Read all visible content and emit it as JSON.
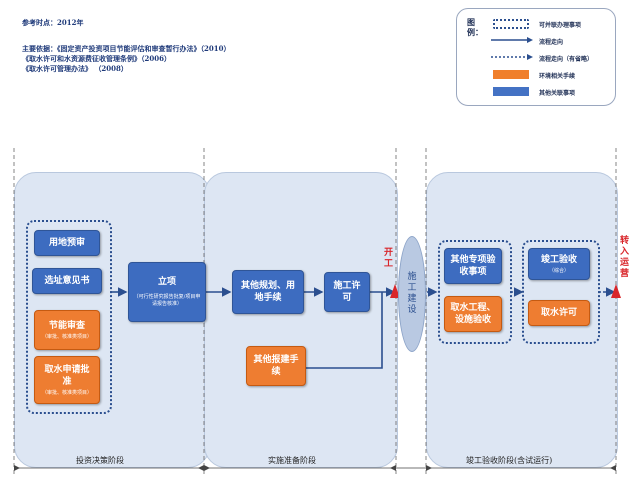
{
  "meta": {
    "time_point": "参考时点：2012年",
    "basis_1": "主要依据：《固定资产投资项目节能评估和审查暂行办法》（2010）",
    "basis_2": "《取水许可和水资源费征收管理条例》（2006）",
    "basis_3": "《取水许可管理办法》 （2008）"
  },
  "legend": {
    "title": "图例：",
    "items": [
      {
        "label": "可并联办理事项"
      },
      {
        "label": "流程走向"
      },
      {
        "label": "流程走向（有省略）"
      },
      {
        "label": "环境相关手续"
      },
      {
        "label": "其他关联事项"
      }
    ]
  },
  "phases": [
    {
      "label": "投资决策阶段"
    },
    {
      "label": "实施准备阶段"
    },
    {
      "label": "竣工验收阶段(含试运行)"
    }
  ],
  "nodes": {
    "land_preapproval": "用地预审",
    "site_opinion": "选址意见书",
    "energy_review": "节能审查",
    "energy_review_sub": "（审批、核准类项目）",
    "water_permit_review": "取水申请批准",
    "water_permit_review_sub": "（审批、核准类项目）",
    "project_approval": "立项",
    "project_approval_sub": "（可行性研究报告批复/项目申请报告核准）",
    "other_planning": "其他规划、用地手续",
    "construction_permit": "施工许可",
    "other_construction": "其他报建手续",
    "construction": "施工建设",
    "other_acceptance": "其他专项验收事项",
    "water_acceptance": "取水工程、设施验收",
    "completion_acceptance": "竣工验收",
    "completion_acceptance_sub": "（综合）",
    "water_permit": "取水许可"
  },
  "milestones": {
    "start": "开工",
    "operation": "转入运营"
  },
  "colors": {
    "blue": "#3d6cc0",
    "orange": "#ee7d31",
    "phase_bg": "#dde6f3",
    "dotted_border": "#2b4f8f",
    "milestone_red": "#d9252a"
  }
}
